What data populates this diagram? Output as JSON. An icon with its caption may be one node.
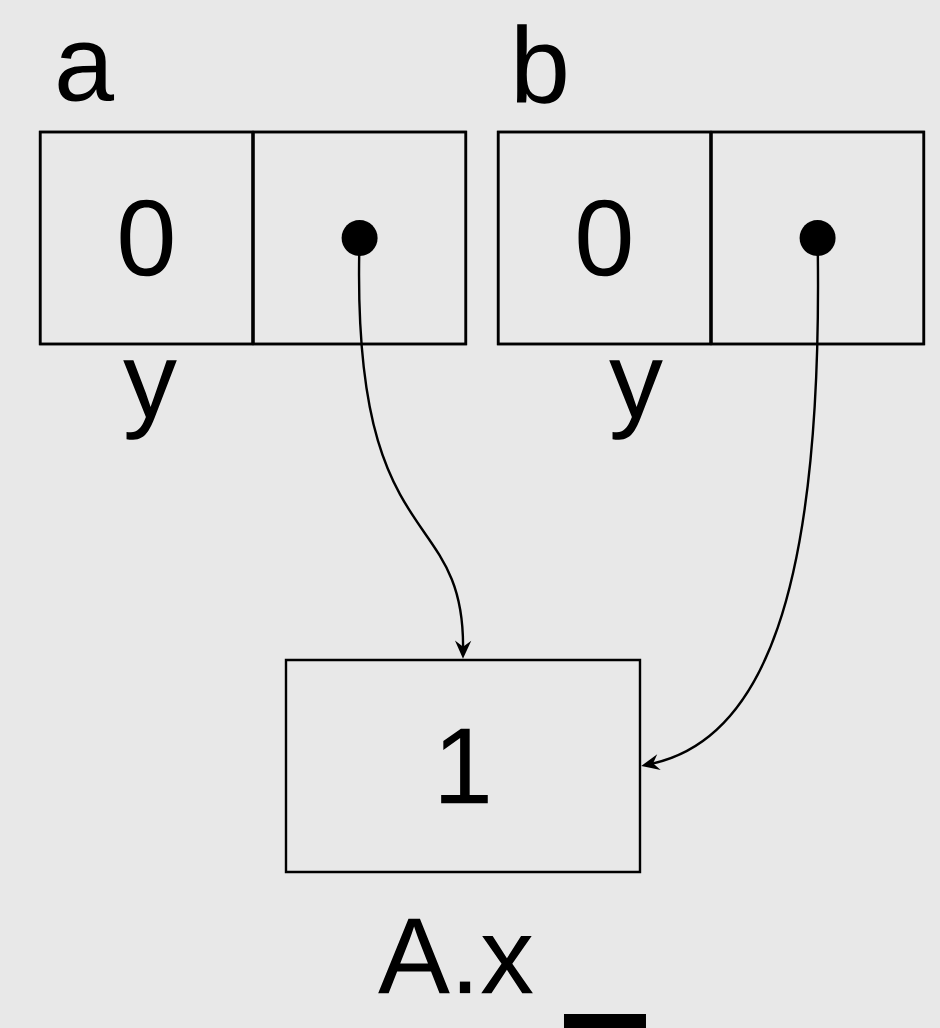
{
  "diagram": {
    "nodes": [
      {
        "text": [
          "a"
        ]
      },
      {
        "text": [
          "0"
        ],
        "in": 0,
        "beside": [
          "y"
        ]
      },
      {
        "text": [],
        "shape": "box",
        "in": 0
      },
      {
        "text": [
          "b"
        ]
      },
      {
        "text": [
          "0"
        ],
        "in": 3,
        "beside": [
          "y"
        ]
      },
      {
        "text": [],
        "shape": "box",
        "in": 3
      },
      {
        "text": [
          "1"
        ],
        "beside": [
          "A.x"
        ]
      }
    ],
    "edges": [
      {
        "from": 2,
        "to": 6,
        "arrow": "to"
      },
      {
        "from": 5,
        "to": 6,
        "arrow": "to"
      }
    ]
  }
}
